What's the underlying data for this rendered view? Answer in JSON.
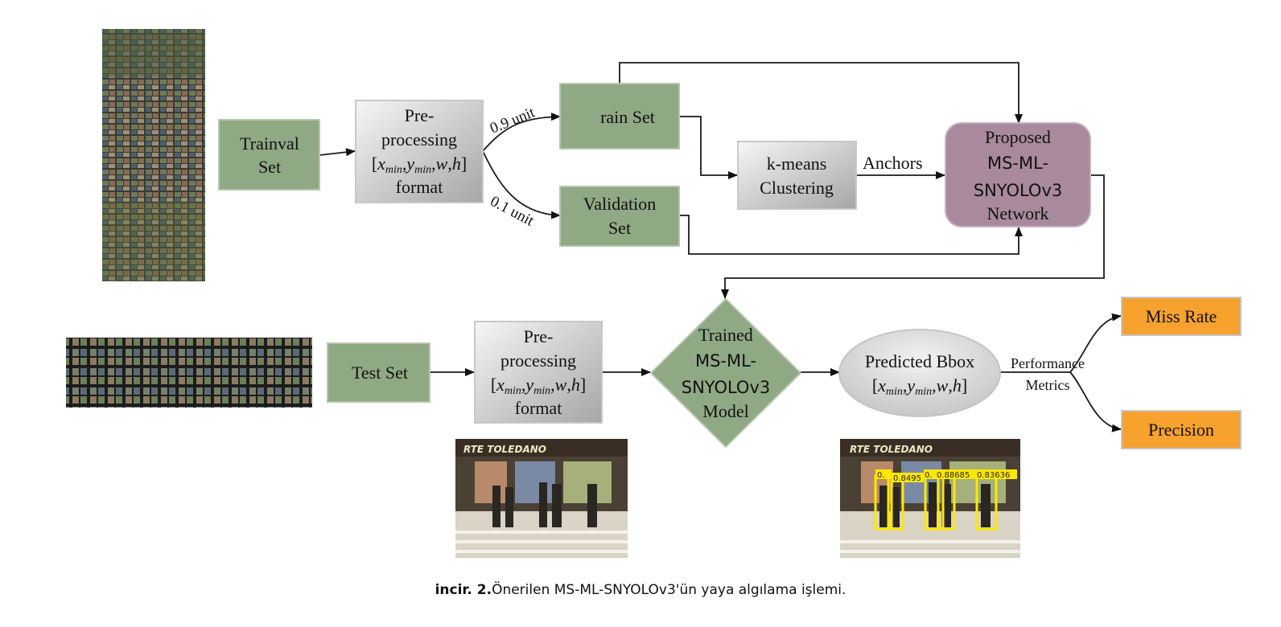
{
  "colors": {
    "green_box": "#8fa985",
    "gray_box_light": "#f4f4f4",
    "gray_box_dark": "#a9a9a9",
    "purple_box": "#a98a9c",
    "orange_box": "#f7a12e",
    "ellipse_fill": "#d8d8d8",
    "bbox_yellow": "#ffe800"
  },
  "nodes": {
    "trainval": [
      "Trainval",
      "Set"
    ],
    "preprocess_top": [
      "Pre-",
      "processing",
      "format"
    ],
    "train_set": "rain Set",
    "validation_set": [
      "Validation",
      "Set"
    ],
    "kmeans": [
      "k-means",
      "Clustering"
    ],
    "proposed": [
      "Proposed",
      "MS-ML-",
      "SNYOLOv3",
      "Network"
    ],
    "test_set": "Test Set",
    "preprocess_bottom": [
      "Pre-",
      "processing",
      "format"
    ],
    "trained_model": [
      "Trained",
      "MS-ML-",
      "SNYOLOv3",
      "Model"
    ],
    "predicted_bbox": "Predicted Bbox",
    "miss_rate": "Miss Rate",
    "precision": "Precision"
  },
  "format_math": {
    "open": "[",
    "x": "x",
    "y": "y",
    "sub": "min",
    "comma": ",",
    "w": "w",
    "h": "h",
    "close": "]"
  },
  "edge_labels": {
    "split_train": "0.9 unit",
    "split_val": "0.1 unit",
    "anchors": "Anchors",
    "performance": [
      "Performance",
      "Metrics"
    ]
  },
  "photo_text": {
    "shop_sign": "RTE TOLEDANO",
    "scores": [
      "0.",
      "0.8495",
      "0.",
      "0.88685",
      "0.83636"
    ]
  },
  "caption": {
    "bold": "incir. 2.",
    "text": "Önerilen MS-ML-SNYOLOv3'ün yaya algılama işlemi."
  }
}
